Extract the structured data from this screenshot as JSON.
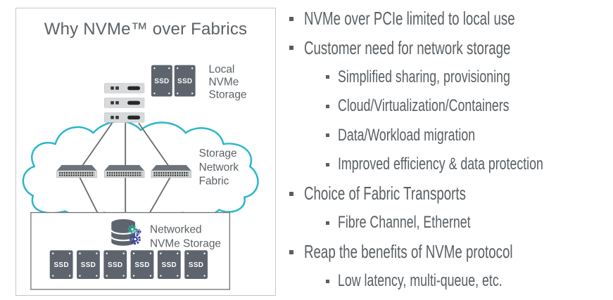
{
  "slide": {
    "panel": {
      "title": "Why NVMe™ over Fabrics",
      "ssd_label": "SSD",
      "labels": {
        "local_storage": [
          "Local",
          "NVMe",
          "Storage"
        ],
        "fabric": [
          "Storage",
          "Network",
          "Fabric"
        ],
        "networked_storage": [
          "Networked",
          "NVMe Storage"
        ]
      }
    },
    "bullets": [
      {
        "level": 1,
        "text": "NVMe over PCIe limited to local use"
      },
      {
        "level": 1,
        "text": "Customer need for network storage"
      },
      {
        "level": 2,
        "text": "Simplified sharing, provisioning"
      },
      {
        "level": 2,
        "text": "Cloud/Virtualization/Containers"
      },
      {
        "level": 2,
        "text": "Data/Workload migration"
      },
      {
        "level": 2,
        "text": "Improved efficiency & data protection"
      },
      {
        "level": 1,
        "text": "Choice of Fabric Transports"
      },
      {
        "level": 2,
        "text": "Fibre Channel, Ethernet"
      },
      {
        "level": 1,
        "text": "Reap the benefits of NVMe protocol"
      },
      {
        "level": 2,
        "text": "Low latency, multi-queue, etc."
      }
    ],
    "colors": {
      "cloud_stroke": "#2bb6c9",
      "device_dark_gray": "#5d646d",
      "server_light_gray": "#d7d9db",
      "switch_top_gray": "#6e737b",
      "port_dark": "#2e3133",
      "gear_teal": "#2ab3a0",
      "gear_indigo": "#39409b",
      "text_gray": "#5c6165",
      "line_gray": "#66696c",
      "panel_border": "#c3c6c8"
    }
  }
}
